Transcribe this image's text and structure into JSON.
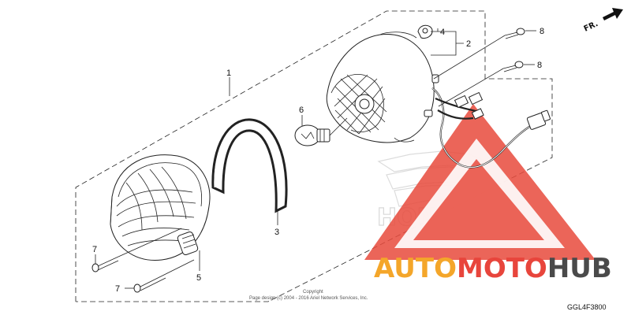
{
  "diagram": {
    "callouts": {
      "c1": "1",
      "c2": "2",
      "c3": "3",
      "c4": "4",
      "c5": "5",
      "c6": "6",
      "c7a": "7",
      "c7b": "7",
      "c8a": "8",
      "c8b": "8"
    },
    "direction_label": "FR.",
    "drawing_code": "GGL4F3800",
    "copyright_line1": "Copyright",
    "copyright_line2": "Page design (c) 2004 - 2016 Ariel Network Services, Inc."
  },
  "watermark": {
    "brand_part1": "AUTO",
    "brand_part2": "MOTO",
    "brand_part3": "HUB",
    "brand_color_orange": "#f4a62a",
    "brand_color_red": "#e8453c",
    "brand_color_gray": "#4a4a4a",
    "honda_text": "HONDA",
    "triangle_color": "#e84a3c"
  }
}
